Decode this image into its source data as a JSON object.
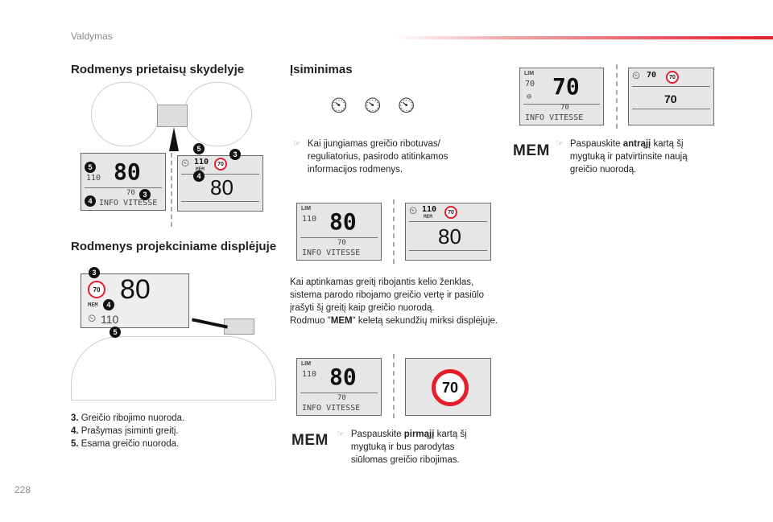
{
  "header": {
    "section": "Valdymas",
    "page": "228"
  },
  "left": {
    "title1": "Rodmenys prietaisų skydelyje",
    "title2": "Rodmenys projekciniame displėjuje",
    "cluster": {
      "set": "110",
      "speed": "80",
      "sign": "70",
      "info": "INFO VITESSE",
      "mem": "MEM",
      "badges": [
        "5",
        "3",
        "4"
      ]
    },
    "hud": {
      "sign": "70",
      "speed": "80",
      "mem": "MEM",
      "set": "110"
    },
    "legend": [
      {
        "num": "3.",
        "text": "Greičio ribojimo nuoroda."
      },
      {
        "num": "4.",
        "text": "Prašymas įsiminti greitį."
      },
      {
        "num": "5.",
        "text": "Esama greičio nuoroda."
      }
    ]
  },
  "middle": {
    "title": "Įsiminimas",
    "bullet1": "Kai įjungiamas greičio ribotuvas/ reguliatorius, pasirodo atitinkamos informacijos rodmenys.",
    "para": {
      "l1": "Kai aptinkamas greitį ribojantis kelio ženklas, sistema parodo ribojamo greičio vertę ir pasiūlo įrašyti šį greitį kaip greičio nuorodą.",
      "l2a": "Rodmuo \"",
      "l2b": "MEM",
      "l2c": "\" keletą sekundžių mirksi displėjuje."
    },
    "mem_label": "MEM",
    "bullet2": {
      "a": "Paspauskite ",
      "b": "pirmąjį",
      "c": " kartą šį mygtuką ir bus parodytas siūlomas greičio ribojimas."
    }
  },
  "right": {
    "mem_label": "MEM",
    "bullet": {
      "a": "Paspauskite ",
      "b": "antrąjį",
      "c": " kartą šį mygtuką ir patvirtinsite naują greičio nuorodą."
    }
  },
  "displays": {
    "set": "110",
    "speed": "80",
    "limit": "70",
    "info": "INFO VITESSE",
    "mem": "MEM",
    "lim_label": "LIM"
  },
  "colors": {
    "accent": "#e41e2b"
  }
}
